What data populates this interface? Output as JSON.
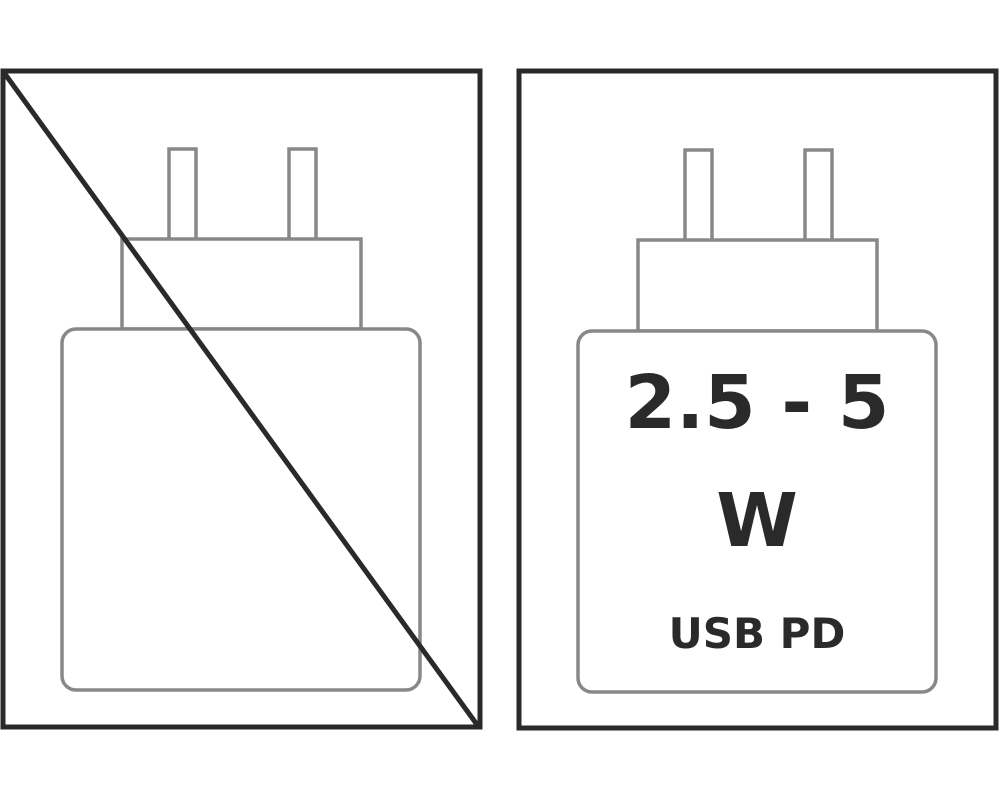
{
  "colors": {
    "frame": "#2a2a2a",
    "charger_outline": "#888888",
    "text": "#2a2a2a",
    "background": "#ffffff"
  },
  "panels": [
    {
      "state": "crossed-out",
      "meaning": "charger-not-included"
    },
    {
      "state": "labeled",
      "power_range": "2.5 - 5",
      "power_unit": "W",
      "protocol": "USB PD"
    }
  ]
}
